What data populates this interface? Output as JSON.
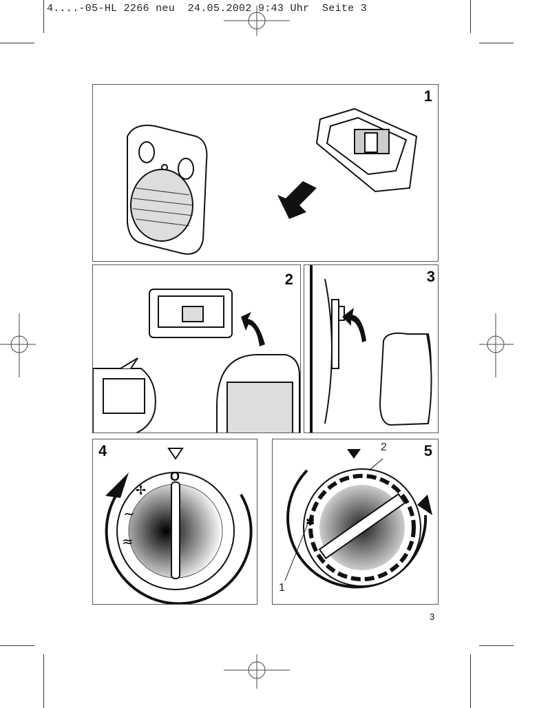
{
  "header": {
    "text": "4....-05-HL 2266 neu  24.05.2002 9:43 Uhr  Seite 3"
  },
  "figures": [
    {
      "number": "1"
    },
    {
      "number": "2"
    },
    {
      "number": "3"
    },
    {
      "number": "4"
    },
    {
      "number": "5",
      "callouts": [
        "2",
        "1"
      ]
    }
  ],
  "page_number": "3"
}
